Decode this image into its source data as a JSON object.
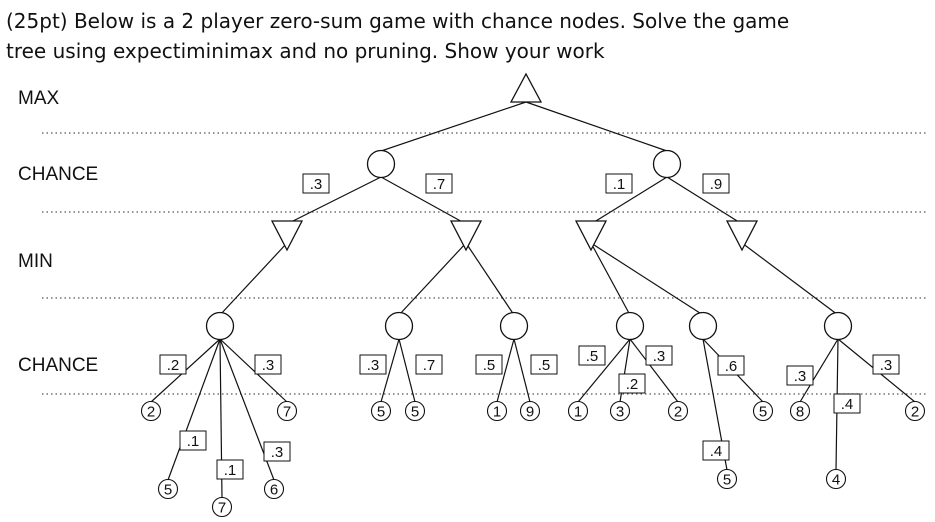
{
  "question": {
    "line1": "(25pt) Below is a 2 player zero-sum game with chance nodes. Solve the game",
    "line2": "tree using expectiminimax and no pruning. Show your work"
  },
  "levels": [
    "MAX",
    "CHANCE",
    "MIN",
    "CHANCE"
  ],
  "top_probs": [
    ".3",
    ".7",
    ".1",
    ".9"
  ],
  "bottom_probs": [
    ".2",
    ".1",
    ".1",
    ".3",
    ".3",
    ".3",
    ".7",
    ".5",
    ".5",
    ".5",
    ".2",
    ".3",
    ".6",
    ".4",
    ".3",
    ".4",
    ".3"
  ],
  "leaves": [
    "2",
    "5",
    "7",
    "6",
    "7",
    "5",
    "5",
    "1",
    "9",
    "1",
    "3",
    "2",
    "5",
    "5",
    "8",
    "4",
    "2"
  ]
}
